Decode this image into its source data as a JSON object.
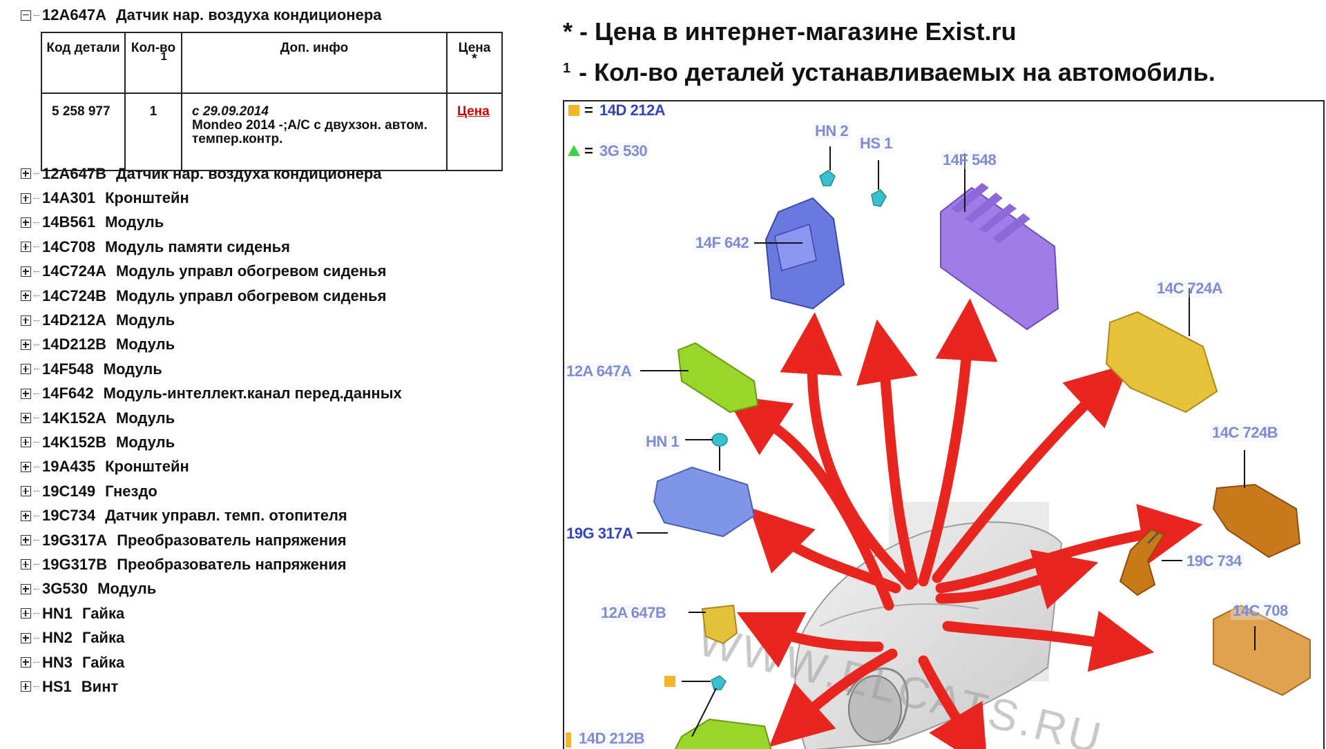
{
  "tree": {
    "expanded": {
      "code": "12A647A",
      "name": "Датчик нар. воздуха кондиционера"
    },
    "table": {
      "headers": {
        "code": "Код детали",
        "qty": "Кол-во",
        "qty_sup": "1",
        "info": "Доп. инфо",
        "price": "Цена",
        "price_mark": "*"
      },
      "row": {
        "code": "5 258 977",
        "qty": "1",
        "date": "с 29.09.2014",
        "info": "Mondeo 2014 -;A/C с двухзон. автом. тeмпер.контр.",
        "price": "Цена"
      }
    },
    "items": [
      {
        "code": "12A647B",
        "name": "Датчик нар. воздуха кондиционера"
      },
      {
        "code": "14A301",
        "name": "Кронштейн"
      },
      {
        "code": "14B561",
        "name": "Модуль"
      },
      {
        "code": "14C708",
        "name": "Модуль памяти сиденья"
      },
      {
        "code": "14C724A",
        "name": "Модуль управл обогревом сиденья"
      },
      {
        "code": "14C724B",
        "name": "Модуль управл обогревом сиденья"
      },
      {
        "code": "14D212A",
        "name": "Модуль"
      },
      {
        "code": "14D212B",
        "name": "Модуль"
      },
      {
        "code": "14F548",
        "name": "Модуль"
      },
      {
        "code": "14F642",
        "name": "Модуль-интеллект.канал перед.данных"
      },
      {
        "code": "14K152A",
        "name": "Модуль"
      },
      {
        "code": "14K152B",
        "name": "Модуль"
      },
      {
        "code": "19A435",
        "name": "Кронштейн"
      },
      {
        "code": "19C149",
        "name": "Гнездо"
      },
      {
        "code": "19C734",
        "name": "Датчик управл. темп. отопителя"
      },
      {
        "code": "19G317A",
        "name": "Преобразователь напряжения"
      },
      {
        "code": "19G317B",
        "name": "Преобразователь напряжения"
      },
      {
        "code": "3G530",
        "name": "Модуль"
      },
      {
        "code": "HN1",
        "name": "Гайка"
      },
      {
        "code": "HN2",
        "name": "Гайка"
      },
      {
        "code": "HN3",
        "name": "Гайка"
      },
      {
        "code": "HS1",
        "name": "Винт"
      }
    ]
  },
  "notes": {
    "price_note": "* - Цена в интернет-магазине Exist.ru",
    "qty_sup": "1",
    "qty_note": "- Кол-во деталей устанавливаемых на автомобиль."
  },
  "diagram": {
    "legend": [
      {
        "symbol": "square",
        "color": "#f3b52a",
        "eq": "=",
        "code": "14D 212A"
      },
      {
        "symbol": "triangle",
        "color": "#3fd23f",
        "eq": "=",
        "code": "3G 530"
      }
    ],
    "labels": {
      "hn2": "HN 2",
      "hs1": "HS 1",
      "f548": "14F 548",
      "f642": "14F 642",
      "c724a": "14C 724A",
      "a647a": "12A 647A",
      "hn1": "HN 1",
      "c724b": "14C 724B",
      "g317a": "19G 317A",
      "c734": "19C 734",
      "a647b": "12A 647B",
      "c708": "14C 708",
      "d212b": "14D 212B"
    },
    "watermark": "WWW.ELCATS.RU",
    "colors": {
      "arrow": "#e8251e",
      "label": "#7f8ccf",
      "module_blue": "#6a78e0",
      "module_purple": "#a07ce6",
      "module_yellow": "#e7c239",
      "module_green": "#9ad62a",
      "module_orange": "#c9781c"
    }
  }
}
